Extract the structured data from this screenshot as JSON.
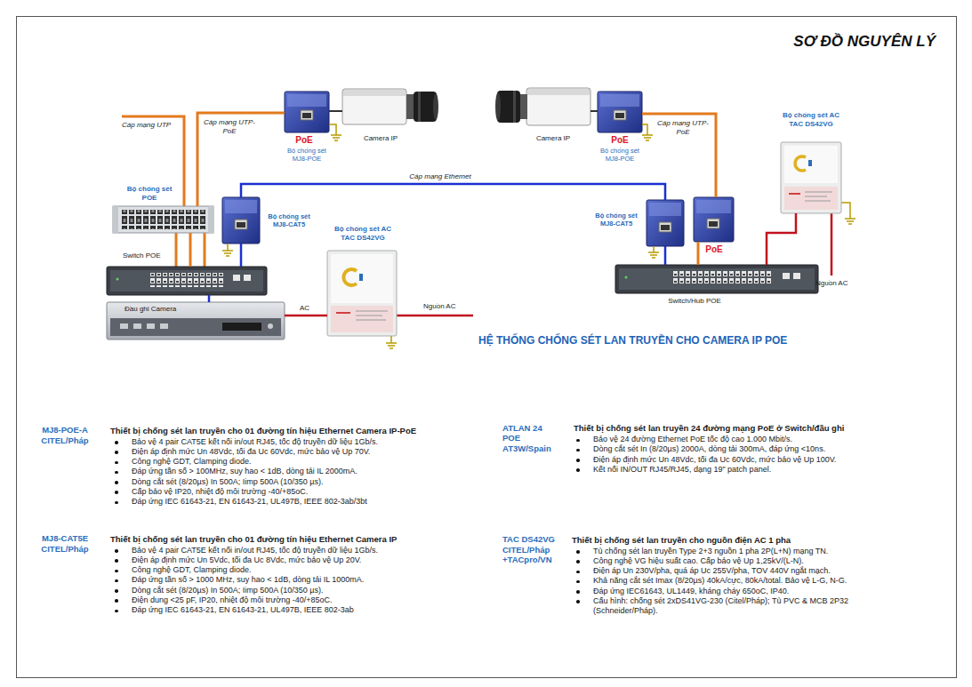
{
  "diagram": {
    "title": "SƠ ĐỒ NGUYÊN LÝ",
    "caption": "HỆ THỐNG CHỐNG SÉT LAN TRUYỀN CHO CAMERA IP POE",
    "nodes": [
      {
        "text": [
          "Camera IP"
        ]
      },
      {
        "text": [
          "PoE",
          "Bộ chống sét MJ8-POE"
        ]
      },
      {
        "text": [
          "Bộ chống sét POE"
        ]
      },
      {
        "text": [
          "Switch POE"
        ]
      },
      {
        "text": [
          "Đầu ghi Camera"
        ]
      },
      {
        "text": [
          "Bộ chống sét MJ8-CAT5"
        ]
      },
      {
        "text": [
          "Bộ chống sét AC TAC DS42VG"
        ]
      },
      {
        "text": [
          "Camera IP"
        ]
      },
      {
        "text": [
          "PoE",
          "Bộ chống sét MJ8-POE"
        ]
      },
      {
        "text": [
          "Bộ chống sét MJ8-CAT5"
        ]
      },
      {
        "text": [
          "PoE"
        ]
      },
      {
        "text": [
          "Switch/Hub POE"
        ]
      },
      {
        "text": [
          "Bộ chống sét AC TAC DS42VG"
        ]
      }
    ],
    "edges": [
      {
        "from": 2,
        "to": 1,
        "arrow": "none",
        "label": "Cáp mạng UTP-PoE"
      },
      {
        "from": 1,
        "to": 0,
        "arrow": "none"
      },
      {
        "from": 3,
        "to": 2,
        "arrow": "none"
      },
      {
        "from": 5,
        "to": 3,
        "arrow": "none"
      },
      {
        "from": 3,
        "to": 4,
        "arrow": "none"
      },
      {
        "from": 5,
        "to": 9,
        "arrow": "none",
        "label": "Cáp mạng Ethernet"
      },
      {
        "from": 4,
        "to": 6,
        "arrow": "none",
        "label": "AC"
      },
      {
        "from": 10,
        "to": 8,
        "arrow": "none",
        "label": "Cáp mạng UTP-PoE"
      },
      {
        "from": 8,
        "to": 7,
        "arrow": "none"
      },
      {
        "from": 9,
        "to": 11,
        "arrow": "none"
      },
      {
        "from": 10,
        "to": 11,
        "arrow": "none"
      },
      {
        "from": 11,
        "to": 12,
        "arrow": "none"
      }
    ],
    "labels": [
      "Cáp mạng UTP",
      "Nguồn AC",
      "Nguồn AC",
      "MJ8-POE-A",
      "CITEL/Pháp",
      "Thiết bị chống sét lan truyền cho 01 đường tín hiệu Ethernet Camera IP-PoE",
      "Bảo vệ 4 pair CAT5E kết nối in/out RJ45, tốc độ truyền dữ liệu 1Gb/s.",
      "Điện áp định mức Un 48Vdc, tối đa Uc 60Vdc, mức bảo vệ Up 70V.",
      "Công nghệ GDT, Clamping diode.",
      "Đáp ứng tần số > 100MHz, suy hao < 1dB, dòng tải IL 2000mA.",
      "Dòng cắt sét (8/20µs) In 500A; Iimp 500A (10/350 µs).",
      "Cấp bảo vệ IP20, nhiệt độ môi trường -40/+85oC.",
      "Đáp ứng IEC 61643-21, EN 61643-21, UL497B, IEEE 802-3ab/3bt",
      "MJ8-CAT5E",
      "CITEL/Pháp",
      "Thiết bị chống sét lan truyền cho 01 đường tín hiệu Ethernet Camera IP",
      "Bảo vệ 4 pair CAT5E kết nối in/out RJ45, tốc độ truyền dữ liệu 1Gb/s.",
      "Điện áp định mức Un 5Vdc, tối đa Uc 8Vdc, mức bảo vệ Up 20V.",
      "Công nghệ GDT, Clamping diode.",
      "Đáp ứng tần số > 1000 MHz, suy hao < 1dB, dòng tải IL 1000mA.",
      "Dòng cắt sét (8/20µs) In 500A; Iimp 500A (10/350 µs).",
      "Điện dung <25 pF, IP20, nhiệt độ môi trường -40/+85oC.",
      "Đáp ứng IEC 61643-21, EN 61643-21, UL497B, IEEE 802-3ab",
      "ATLAN 24",
      "POE",
      "AT3W/Spain",
      "Thiết bị chống sét lan truyền 24 đường mạng PoE ở Switch/đầu ghi",
      "Bảo vệ 24 đường Ethernet PoE tốc độ cao 1.000 Mbit/s.",
      "Dòng cắt sét In (8/20µs) 2000A, dòng tải 300mA, đáp ứng <10ns.",
      "Điện áp định mức Un 48Vdc, tối đa Uc 60Vdc, mức bảo vệ Up 100V.",
      "Kết nối IN/OUT RJ45/RJ45, dạng 19\" patch panel.",
      "TAC DS42VG",
      "CITEL/Pháp",
      "+TACpro/VN",
      "Thiết bị chống sét lan truyền cho nguồn điện AC 1 pha",
      "Tủ chống sét lan truyền Type 2+3 nguồn 1 pha 2P(L+N) mạng TN.",
      "Công nghệ VG hiệu suất cao. Cấp bảo vệ Up 1,25kV/(L-N).",
      "Điện áp Un 230V/pha, quá áp Uc 255V/pha, TOV 440V ngắt mạch.",
      "Khả năng cắt sét Imax (8/20µs) 40kA/cực, 80kA/total. Bảo vệ L-G, N-G.",
      "Đáp ứng IEC61643, UL1449, kháng cháy 650oC, IP40.",
      "Cấu hình: chống sét 2xDS41VG-230 (Citel/Pháp); Tủ PVC & MCB 2P32 (Schneider/Pháp)."
    ]
  }
}
